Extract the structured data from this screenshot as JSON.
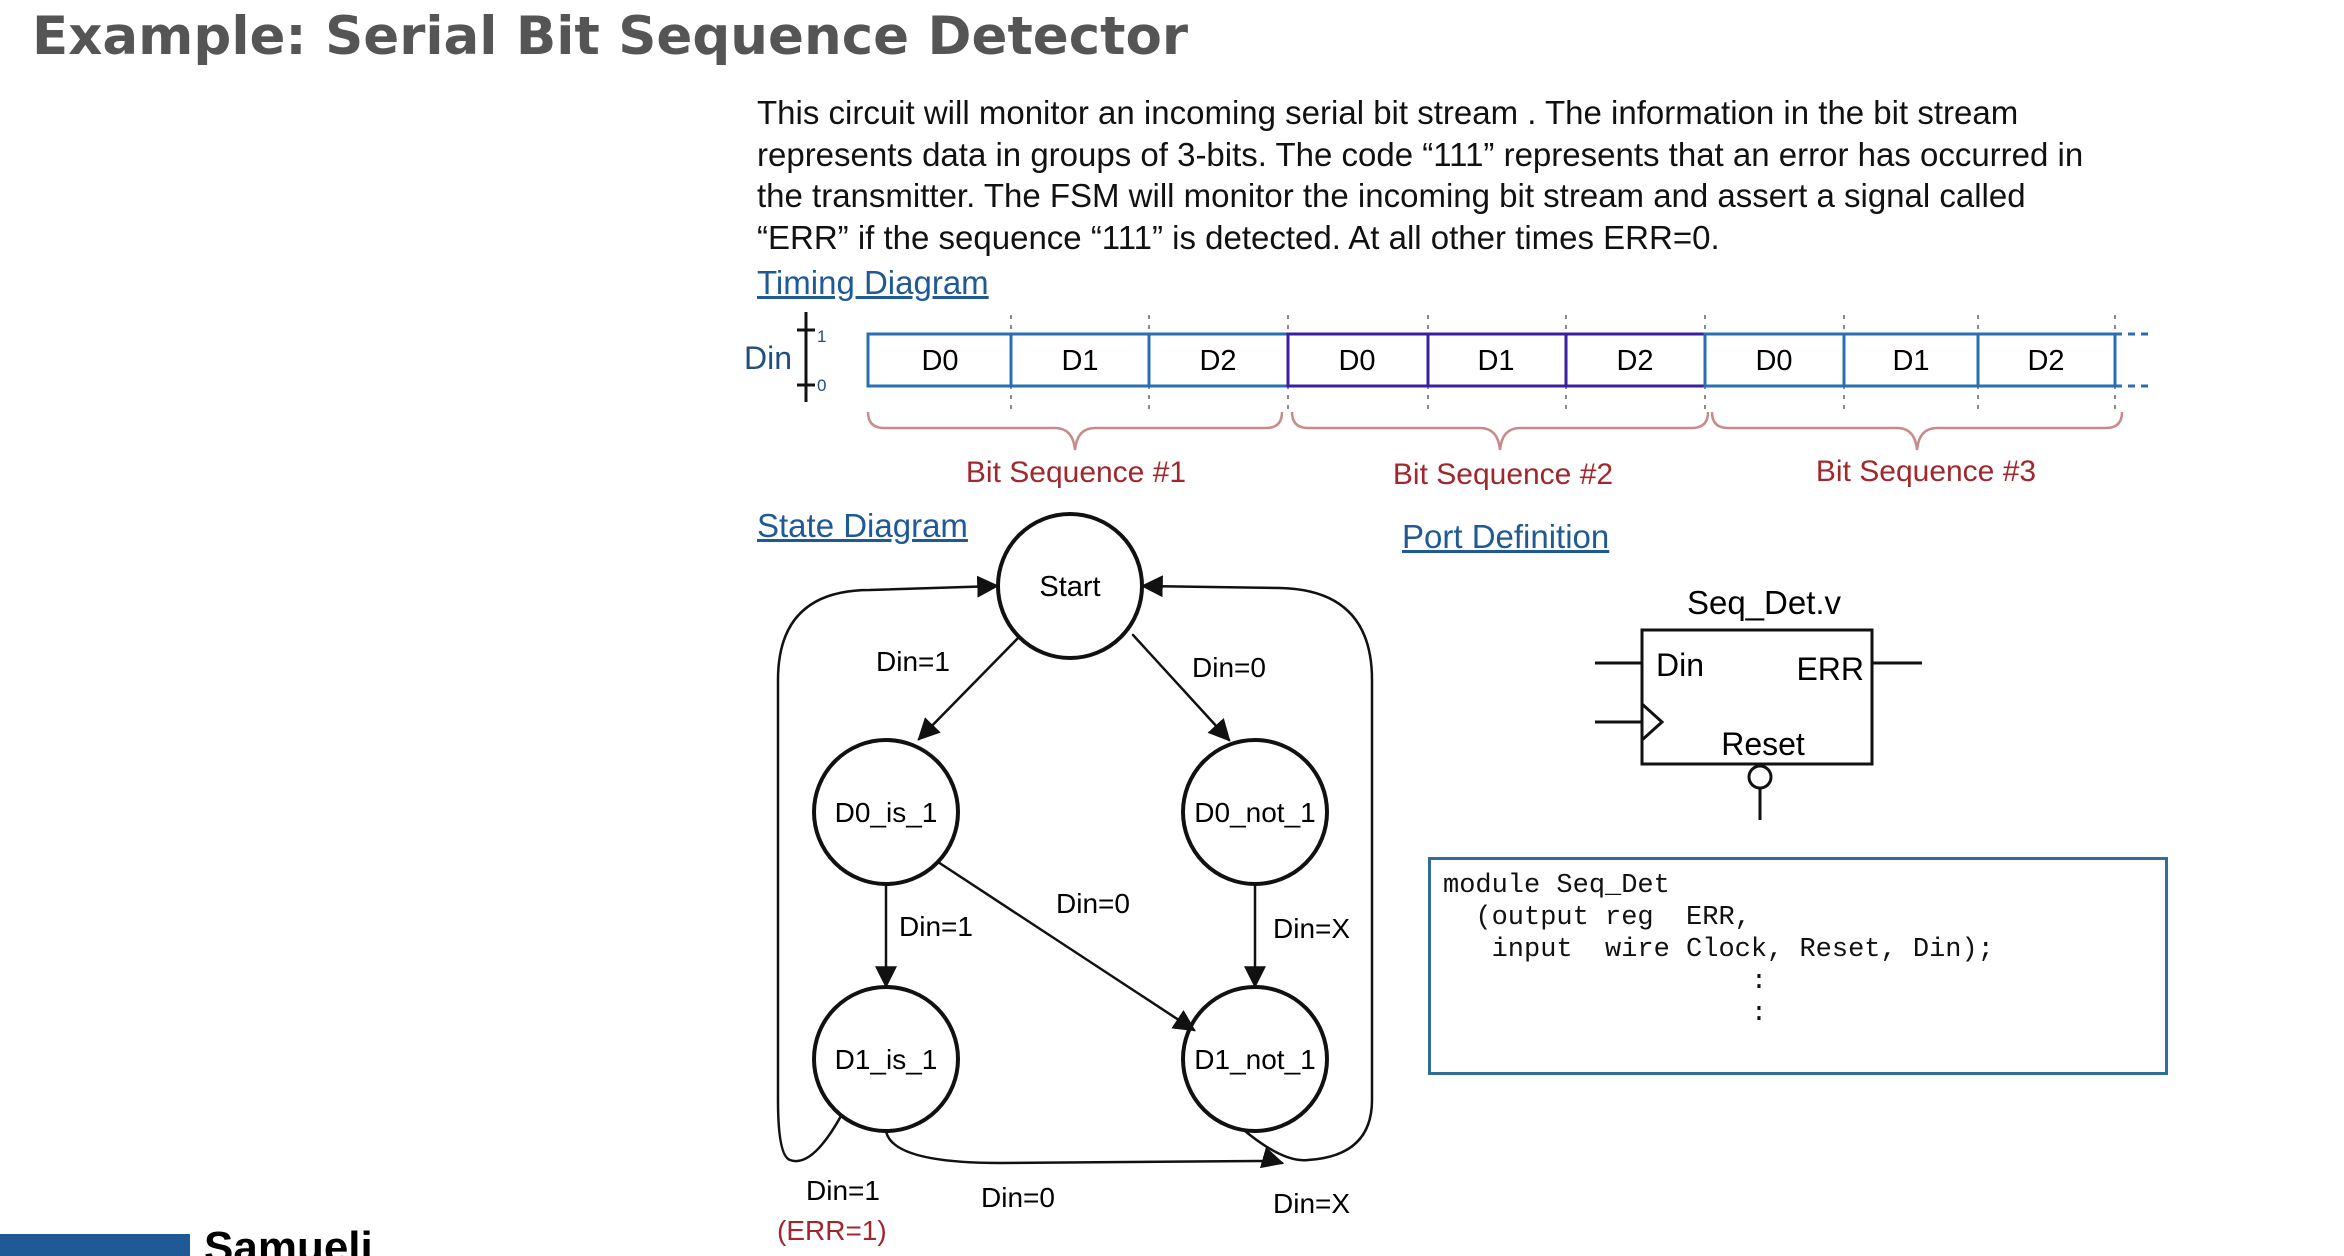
{
  "page": {
    "title": "Example:  Serial Bit Sequence Detector",
    "intro_lines": [
      "This circuit will monitor an incoming serial bit stream .  The information in the bit stream",
      "represents data in groups of 3-bits.  The code “111” represents that an error has occurred in",
      "the transmitter.  The FSM will monitor the incoming bit stream and assert a signal called",
      "“ERR” if the sequence “111” is detected.  At all other times ERR=0."
    ],
    "footer_text": "Samueli"
  },
  "timing": {
    "heading": "Timing Diagram",
    "signal": "Din",
    "level_high": "1",
    "level_low": "0",
    "groups": [
      {
        "label": "Bit Sequence #1",
        "cells": [
          "D0",
          "D1",
          "D2"
        ]
      },
      {
        "label": "Bit Sequence #2",
        "cells": [
          "D0",
          "D1",
          "D2"
        ]
      },
      {
        "label": "Bit Sequence #3",
        "cells": [
          "D0",
          "D1",
          "D2"
        ]
      }
    ]
  },
  "state_diagram": {
    "heading": "State Diagram",
    "states": {
      "start": "Start",
      "d0_is_1": "D0_is_1",
      "d0_not_1": "D0_not_1",
      "d1_is_1": "D1_is_1",
      "d1_not_1": "D1_not_1"
    },
    "transitions": {
      "start_to_d0_is_1": "Din=1",
      "start_to_d0_not_1": "Din=0",
      "d0_is_1_to_d1_is_1": "Din=1",
      "d0_is_1_to_d1_not_1": "Din=0",
      "d0_not_1_to_d1_not_1": "Din=X",
      "d1_is_1_to_start": "Din=1",
      "d1_is_1_output": "(ERR=1)",
      "d1_is_1_to_d1_not_1": "Din=0",
      "d1_not_1_to_start": "Din=X"
    }
  },
  "ports": {
    "heading": "Port Definition",
    "module_file": "Seq_Det.v",
    "input_din": "Din",
    "output_err": "ERR",
    "reset": "Reset"
  },
  "code": {
    "lines": [
      "module Seq_Det",
      "  (output reg  ERR,",
      "   input  wire Clock, Reset, Din);",
      "                   :",
      "                   :"
    ]
  },
  "colors": {
    "title_gray": "#555555",
    "link_blue": "#1f5a96",
    "bit_seq_red": "#a0282d",
    "seq1_border": "#2a6fb2",
    "seq2_border": "#3a1f9e",
    "brace": "#c98a8a",
    "code_border": "#2f6e99"
  }
}
